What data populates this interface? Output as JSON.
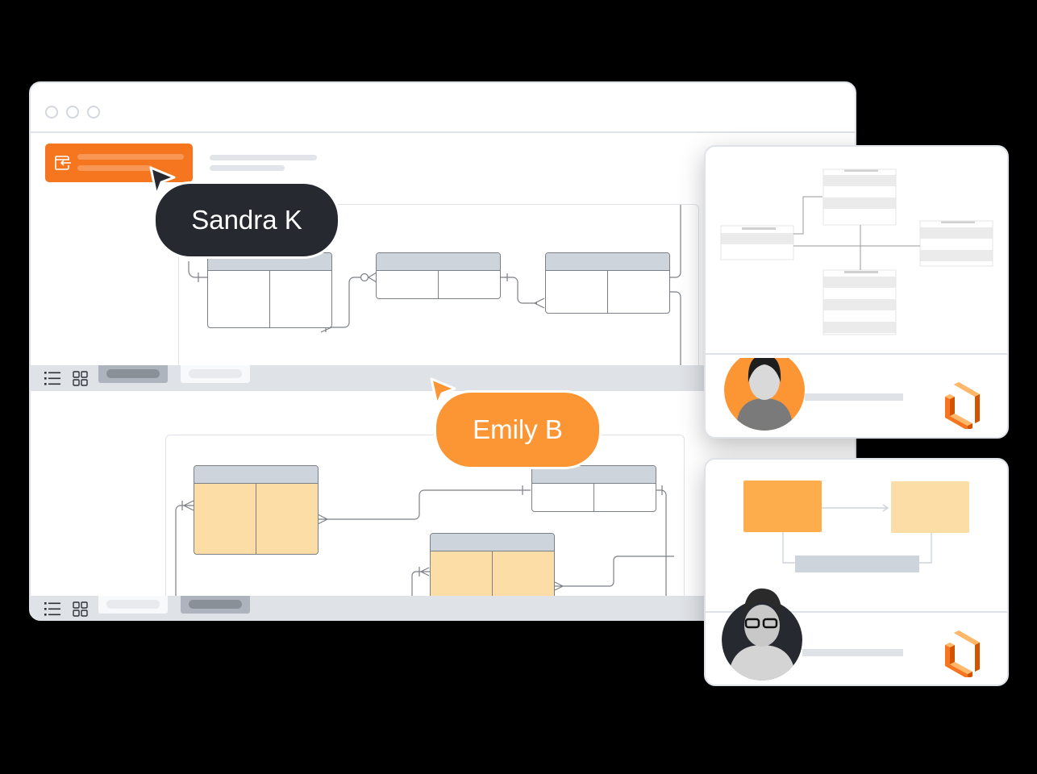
{
  "window": {
    "traffic_lights": [
      "close",
      "minimize",
      "maximize"
    ],
    "import_button": {
      "icon": "import-icon",
      "color": "#f5761e"
    },
    "panels": [
      {
        "id": "top",
        "toolbar": {
          "icons": [
            "list-view-icon",
            "grid-view-icon"
          ],
          "tabs": [
            {
              "state": "active"
            },
            {
              "state": "inactive"
            }
          ]
        },
        "diagram": {
          "type": "entity-relationship",
          "entities": 3,
          "fill": "#ffffff"
        }
      },
      {
        "id": "bottom",
        "toolbar": {
          "icons": [
            "list-view-icon",
            "grid-view-icon"
          ],
          "tabs": [
            {
              "state": "inactive"
            },
            {
              "state": "active"
            }
          ]
        },
        "diagram": {
          "type": "entity-relationship",
          "entities": 3,
          "fill": "#fddda6"
        }
      }
    ]
  },
  "collaborators": [
    {
      "name": "Sandra K",
      "color": "#262a30"
    },
    {
      "name": "Emily B",
      "color": "#fc9634"
    }
  ],
  "cards": [
    {
      "id": "erd-card",
      "avatar_bg": "#fc9634",
      "logo": "lucid-logo-icon"
    },
    {
      "id": "flow-card",
      "avatar_bg": "#262a30",
      "logo": "lucid-logo-icon"
    }
  ],
  "colors": {
    "brand_orange": "#f5761e",
    "accent_orange": "#fc9634",
    "light_orange": "#fddda6",
    "dark": "#262a30",
    "header_gray": "#ced4dc"
  }
}
